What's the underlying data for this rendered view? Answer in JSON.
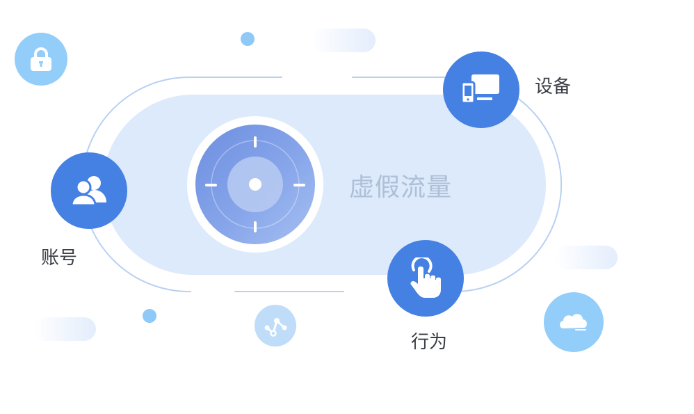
{
  "diagram": {
    "center_label": "虚假流量",
    "nodes": [
      {
        "id": "account",
        "label": "账号",
        "icon": "users-icon"
      },
      {
        "id": "device",
        "label": "设备",
        "icon": "devices-icon"
      },
      {
        "id": "behavior",
        "label": "行为",
        "icon": "tap-hand-icon"
      }
    ],
    "decorations": [
      {
        "icon": "lock-icon"
      },
      {
        "icon": "cloud-icon"
      },
      {
        "icon": "network-nodes-icon"
      }
    ],
    "center_icon": "target-crosshair-icon"
  },
  "colors": {
    "node_blue": "#4580e3",
    "pill_fill": "#dceafb",
    "outline": "#b8d0f3",
    "deco_light_blue": "#93cdf9",
    "center_text": "#aebfd6",
    "label_text": "#3a3d45"
  }
}
